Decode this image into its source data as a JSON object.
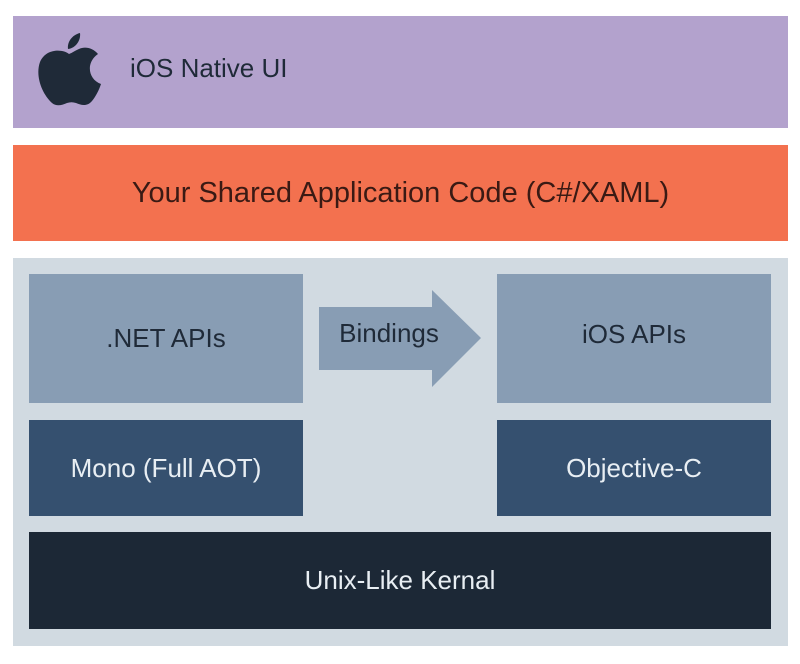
{
  "top_layer": {
    "label": "iOS Native UI",
    "icon": "apple-logo-icon"
  },
  "shared_layer": {
    "label": "Your Shared Application Code (C#/XAML)"
  },
  "platform": {
    "left_api": ".NET APIs",
    "bindings": "Bindings",
    "right_api": "iOS APIs",
    "left_runtime": "Mono (Full AOT)",
    "right_runtime": "Objective-C",
    "kernel": "Unix-Like Kernal"
  },
  "colors": {
    "ui_layer": "#b3a2cd",
    "shared_layer": "#f3714f",
    "platform_bg": "#d1dae1",
    "api_blocks": "#889db4",
    "runtime_blocks": "#35506f",
    "kernel": "#1c2836"
  }
}
